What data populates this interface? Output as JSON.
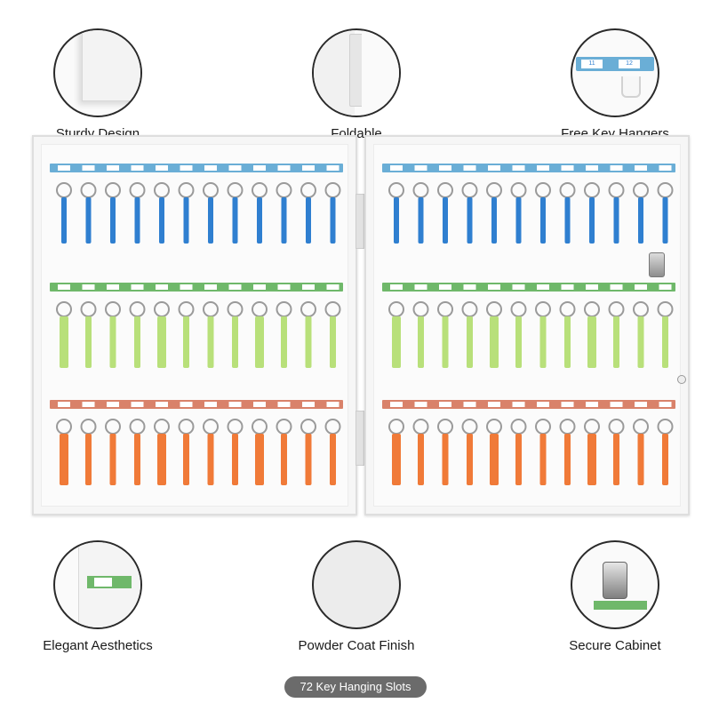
{
  "features": {
    "sturdy_design": "Sturdy Design",
    "foldable": "Foldable",
    "free_key_hangers": "Free Key Hangers",
    "elegant_aesthetics": "Elegant Aesthetics",
    "powder_coat_finish": "Powder Coat Finish",
    "secure_cabinet": "Secure Cabinet"
  },
  "zoom_labels": {
    "left": "11",
    "right": "12"
  },
  "badge": "72 Key Hanging Slots",
  "colors": {
    "row_blue": "#2f7fd0",
    "row_green": "#b8e07a",
    "row_orange": "#f07a38",
    "strip_blue": "#6aaed6",
    "strip_green": "#6fb86a",
    "strip_orange": "#d9826a"
  },
  "icons": [
    "key-tag-icon",
    "key-ring-icon",
    "lock-icon",
    "hinge-icon"
  ]
}
